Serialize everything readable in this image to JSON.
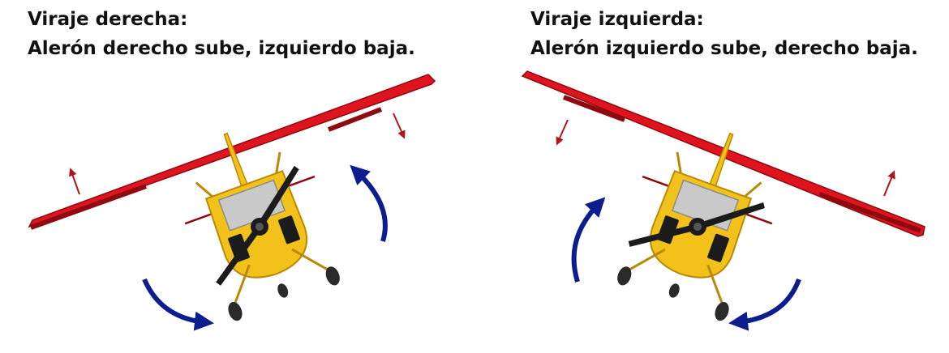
{
  "panels": [
    {
      "title": "Viraje derecha:",
      "description": "Alerón derecho sube, izquierdo baja."
    },
    {
      "title": "Viraje izquierda:",
      "description": "Alerón izquierdo sube, derecho baja."
    }
  ],
  "colors": {
    "wing": "#e0141e",
    "wing_dark": "#8e0a10",
    "fuselage": "#f2c21a",
    "fuselage_dark": "#b98a06",
    "window": "#c9c9c9",
    "propeller": "#1b1b1b",
    "roll_arrow": "#0b1d8f",
    "aileron_arrow": "#b0151b"
  }
}
